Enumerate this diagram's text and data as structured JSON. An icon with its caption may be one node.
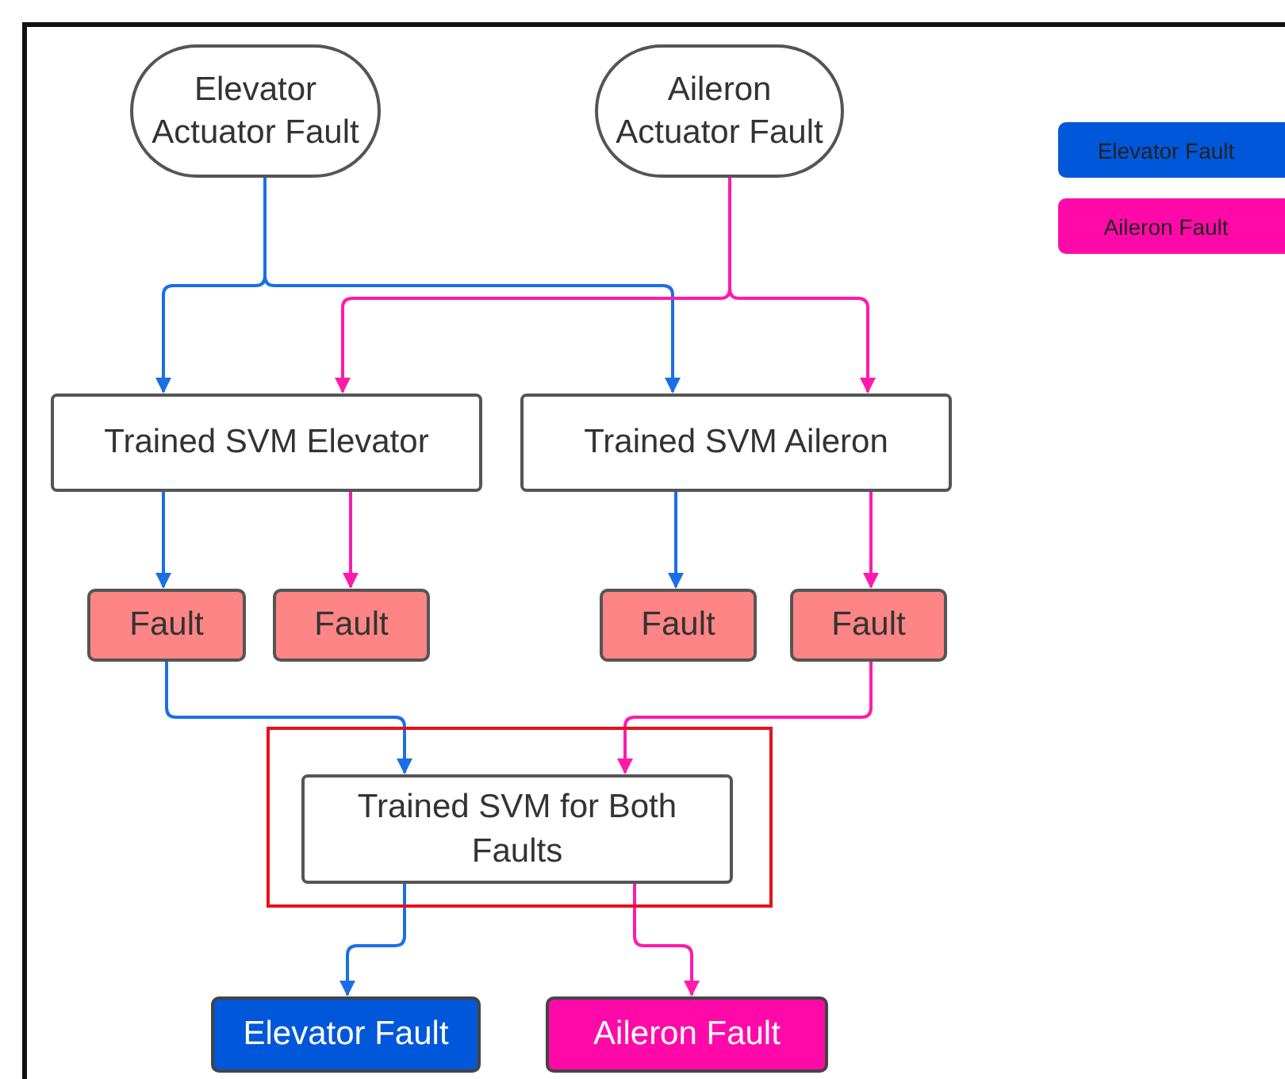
{
  "diagram": {
    "nodes": [
      {
        "text": [
          "Elevator Actuator Fault"
        ]
      },
      {
        "text": [
          "Aileron Actuator Fault"
        ]
      },
      {
        "text": [
          "Trained SVM Elevator"
        ]
      },
      {
        "text": [
          "Trained SVM Aileron"
        ]
      },
      {
        "text": [
          "Fault"
        ]
      },
      {
        "text": [
          "Fault"
        ]
      },
      {
        "text": [
          "Fault"
        ]
      },
      {
        "text": [
          "Fault"
        ]
      },
      {
        "text": [],
        "shape": "box"
      },
      {
        "text": [
          "Trained SVM for Both Faults"
        ],
        "in": 8
      },
      {
        "text": [
          "Elevator Fault"
        ]
      },
      {
        "text": [
          "Aileron Fault"
        ]
      }
    ],
    "edges": [
      {
        "from": 0,
        "to": 2,
        "arrow": "to",
        "color": "#1a6fe6"
      },
      {
        "from": 0,
        "to": 3,
        "arrow": "to",
        "color": "#1a6fe6"
      },
      {
        "from": 1,
        "to": 2,
        "arrow": "to",
        "color": "#ff1aaa"
      },
      {
        "from": 1,
        "to": 3,
        "arrow": "to",
        "color": "#ff1aaa"
      },
      {
        "from": 2,
        "to": 4,
        "arrow": "to",
        "color": "#1a6fe6"
      },
      {
        "from": 2,
        "to": 5,
        "arrow": "to",
        "color": "#ff1aaa"
      },
      {
        "from": 3,
        "to": 6,
        "arrow": "to",
        "color": "#1a6fe6"
      },
      {
        "from": 3,
        "to": 7,
        "arrow": "to",
        "color": "#ff1aaa"
      },
      {
        "from": 4,
        "to": 9,
        "arrow": "to",
        "color": "#1a6fe6"
      },
      {
        "from": 7,
        "to": 9,
        "arrow": "to",
        "color": "#ff1aaa"
      },
      {
        "from": 9,
        "to": 10,
        "arrow": "to",
        "color": "#1a6fe6"
      },
      {
        "from": 9,
        "to": 11,
        "arrow": "to",
        "color": "#ff1aaa"
      }
    ],
    "legend": [
      {
        "text": "Elevator Fault",
        "color": "#0057d9"
      },
      {
        "text": "Aileron Fault",
        "color": "#ff0aa8"
      }
    ]
  }
}
